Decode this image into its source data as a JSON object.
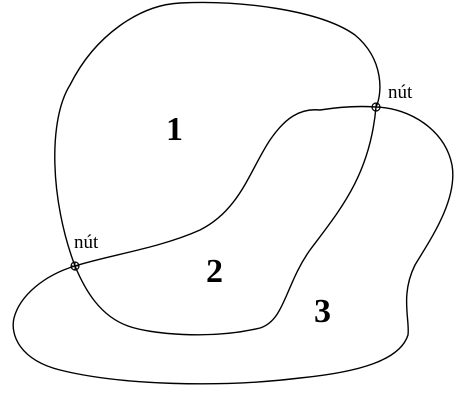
{
  "regions": [
    {
      "label": "1"
    },
    {
      "label": "2"
    },
    {
      "label": "3"
    }
  ],
  "nodes": [
    {
      "label": "nút"
    },
    {
      "label": "nút"
    }
  ],
  "colors": {
    "stroke": "#000000",
    "background": "#ffffff"
  }
}
